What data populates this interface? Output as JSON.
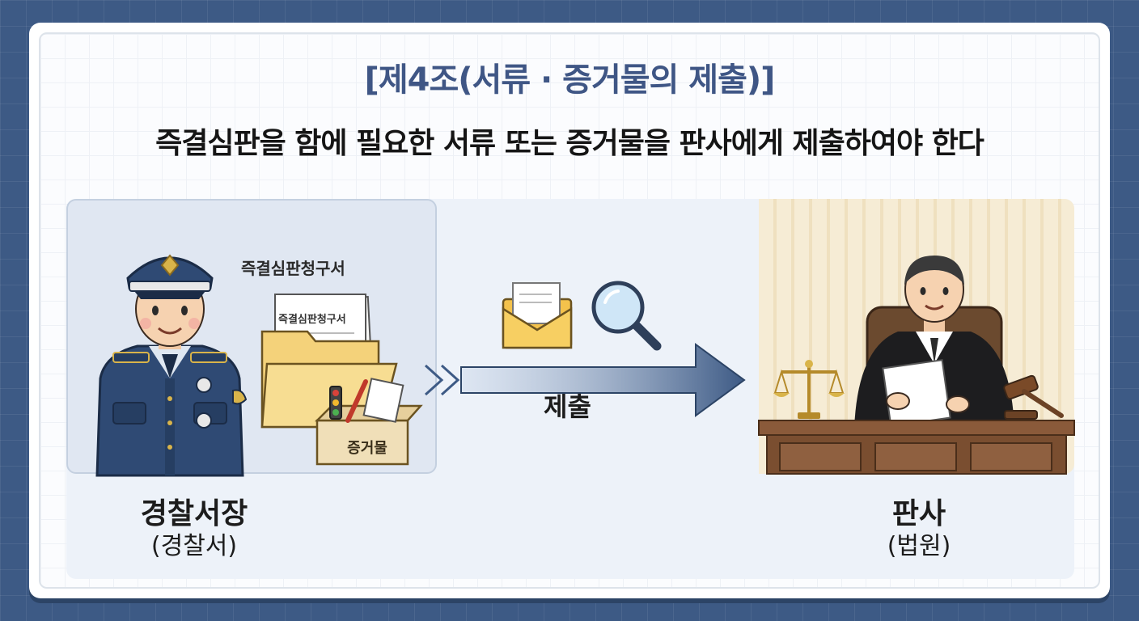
{
  "header": {
    "article_title": "[제4조(서류 · 증거물의 제출)]",
    "statement": "즉결심판을 함에 필요한 서류 또는 증거물을 판사에게 제출하여야 한다"
  },
  "sender": {
    "title": "경찰서장",
    "subtitle": "(경찰서)",
    "document_label": "즉결심판청구서",
    "document_page_text": "즉결심판청구서",
    "evidence_box_label": "증거물"
  },
  "flow": {
    "action_label": "제출"
  },
  "receiver": {
    "title": "판사",
    "subtitle": "(법원)"
  },
  "icons": [
    "police-officer-icon",
    "folder-icon",
    "evidence-box-icon",
    "envelope-icon",
    "magnifier-icon",
    "arrow-icon",
    "judge-icon",
    "scales-icon",
    "gavel-icon"
  ],
  "colors": {
    "accent": "#3f5685",
    "uniform": "#2f4a74",
    "robe": "#1d1d1f",
    "background": "#3d5a85"
  }
}
